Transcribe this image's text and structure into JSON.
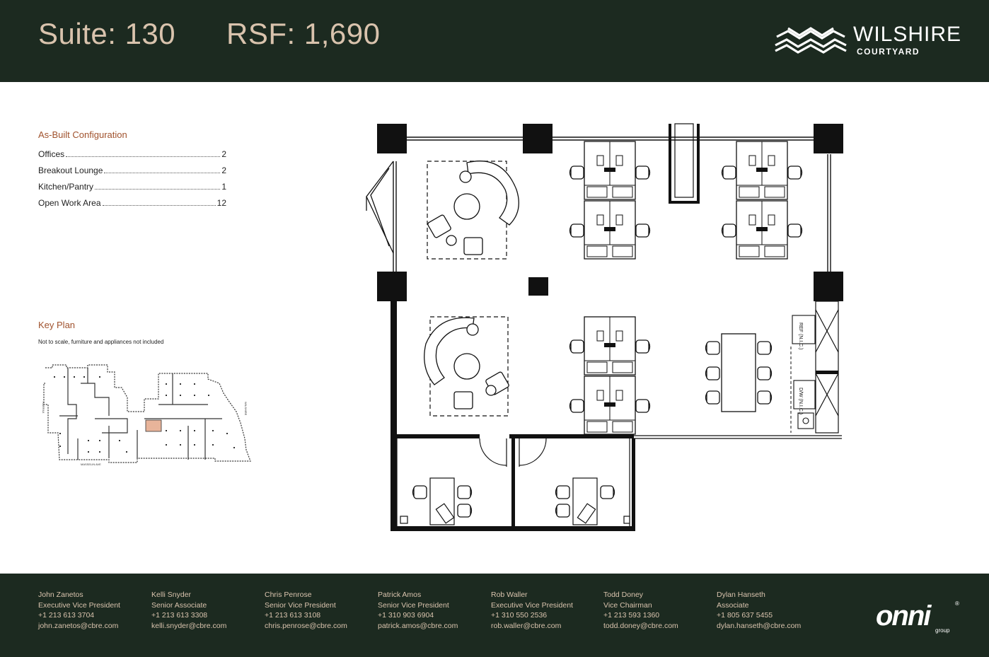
{
  "header": {
    "suite": "Suite: 130",
    "rsf": "RSF: 1,690",
    "logo_word": "WILSHIRE",
    "logo_sub": "COURTYARD"
  },
  "config": {
    "title": "As-Built Configuration",
    "items": [
      {
        "label": "Offices",
        "value": "2"
      },
      {
        "label": "Breakout Lounge",
        "value": "2"
      },
      {
        "label": "Kitchen/Pantry",
        "value": "1"
      },
      {
        "label": "Open Work Area",
        "value": "12"
      }
    ]
  },
  "key_plan": {
    "title": "Key Plan",
    "note": "Not to scale, furniture and appliances not included",
    "street_labels": [
      "FAIRFAX",
      "WILSHIRE",
      "MASSELIN AVE"
    ],
    "highlight_color": "#e8b49a"
  },
  "floorplan": {
    "labels": {
      "ref": "REF (N.I.C.)",
      "dw": "D/W (N.I.C.)"
    }
  },
  "contacts": [
    {
      "name": "John Zanetos",
      "title": "Executive Vice President",
      "phone": "+1 213 613 3704",
      "email": "john.zanetos@cbre.com"
    },
    {
      "name": "Kelli Snyder",
      "title": "Senior Associate",
      "phone": "+1 213 613 3308",
      "email": "kelli.snyder@cbre.com"
    },
    {
      "name": "Chris Penrose",
      "title": "Senior Vice President",
      "phone": "+1 213 613 3108",
      "email": "chris.penrose@cbre.com"
    },
    {
      "name": "Patrick Amos",
      "title": "Senior Vice President",
      "phone": "+1 310 903 6904",
      "email": "patrick.amos@cbre.com"
    },
    {
      "name": "Rob Waller",
      "title": "Executive Vice President",
      "phone": "+1 310 550 2536",
      "email": "rob.waller@cbre.com"
    },
    {
      "name": "Todd Doney",
      "title": "Vice Chairman",
      "phone": "+1 213 593 1360",
      "email": "todd.doney@cbre.com"
    },
    {
      "name": "Dylan Hanseth",
      "title": "Associate",
      "phone": "+1 805 637 5455",
      "email": "dylan.hanseth@cbre.com"
    }
  ],
  "footer_logo": {
    "word": "onni",
    "sub": "group",
    "reg": "®"
  },
  "colors": {
    "dark_green": "#1c2a20",
    "tan": "#d9c3ad",
    "accent": "#a0522d"
  }
}
